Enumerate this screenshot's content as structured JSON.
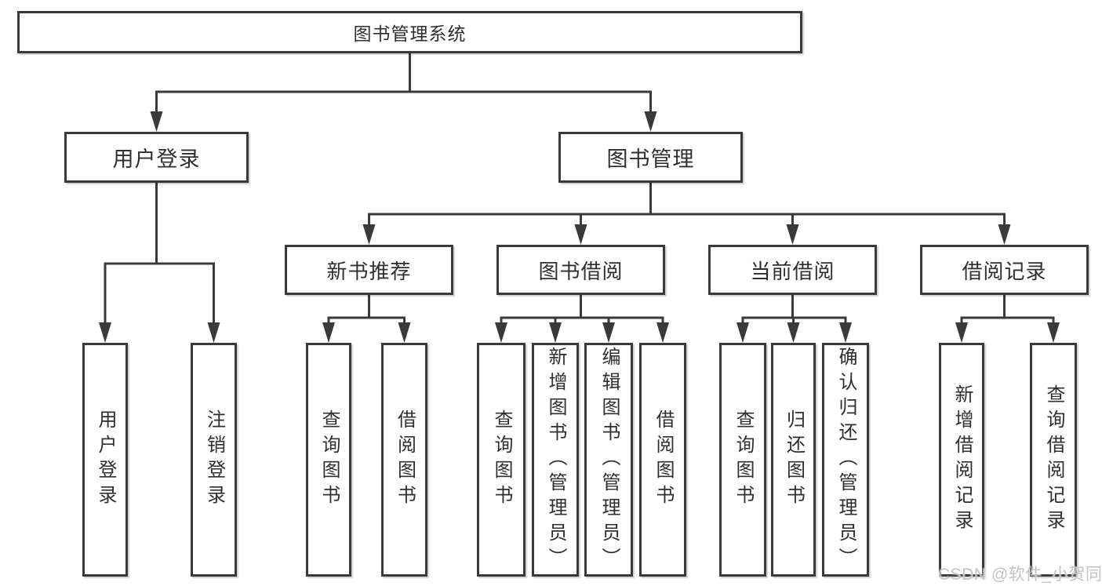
{
  "diagram": {
    "root_label": "图书管理系统",
    "level2": [
      "用户登录",
      "图书管理"
    ],
    "level3": [
      "新书推荐",
      "图书借阅",
      "当前借阅",
      "借阅记录"
    ],
    "leaves_user_login": [
      "用户登录",
      "注销登录"
    ],
    "leaves_new_book": [
      "查询图书",
      "借阅图书"
    ],
    "leaves_book_borrow": [
      "查询图书",
      "新增图书（管理员）",
      "编辑图书（管理员）",
      "借阅图书"
    ],
    "leaves_current_borrow": [
      "查询图书",
      "归还图书",
      "确认归还（管理员）"
    ],
    "leaves_borrow_record": [
      "新增借阅记录",
      "查询借阅记录"
    ]
  },
  "watermark": {
    "text": "CSDN @软件_小贺同学"
  },
  "colors": {
    "line": "#3a3a3a",
    "box_border": "#3a3a3a",
    "text": "#2f2f2f",
    "background": "#ffffff",
    "watermark": "#c3c3c3"
  }
}
